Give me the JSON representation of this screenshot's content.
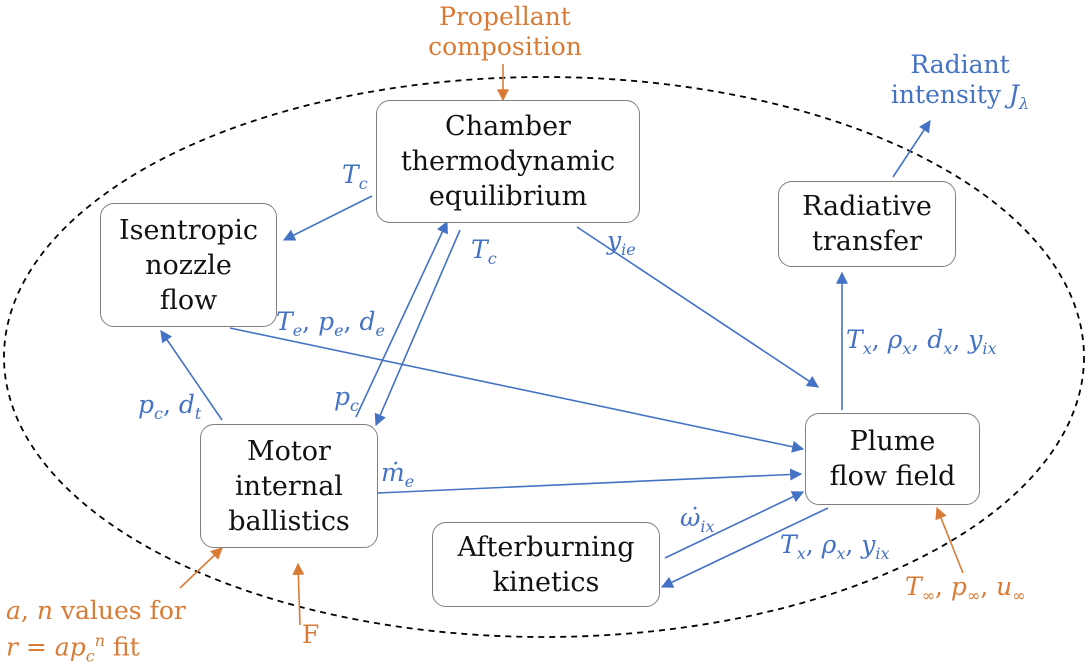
{
  "colors": {
    "flow": "#4472C4",
    "external": "#D97B35",
    "box_border": "#808080",
    "text": "#111111"
  },
  "blocks": {
    "chamber": [
      "Chamber",
      "thermodynamic",
      "equilibrium"
    ],
    "nozzle": [
      "Isentropic",
      "nozzle",
      "flow"
    ],
    "radiative": [
      "Radiative",
      "transfer"
    ],
    "motor": [
      "Motor",
      "internal",
      "ballistics"
    ],
    "plume": [
      "Plume",
      "flow field"
    ],
    "afterburning": [
      "Afterburning",
      "kinetics"
    ]
  },
  "external_inputs": {
    "propellant": [
      "Propellant",
      "composition"
    ],
    "radiant_output": "Radiant intensity J_λ",
    "fit_line1_tail": "values for",
    "fit_line2_tail": "fit",
    "thrust": "F"
  },
  "signals": {
    "Tc": "T_c",
    "yie": "y_ie",
    "nozzle_exit": "T_e, p_e, d_e",
    "plume_to_rad": "T_x, ρ_x, d_x, y_ix",
    "pc_dt": "p_c, d_t",
    "pc": "p_c",
    "me": "ṁ_e",
    "omega": "ω̇_ix",
    "plume_to_after": "T_x, ρ_x, y_ix",
    "ambient": "T_∞, p_∞, u_∞"
  }
}
